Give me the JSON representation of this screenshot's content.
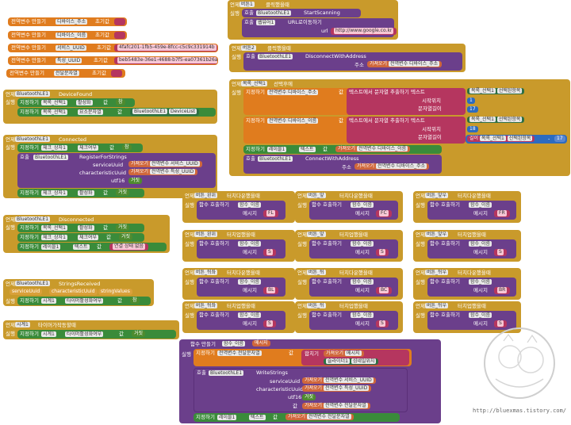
{
  "globals": [
    {
      "label": "전역변수 만들기",
      "name": "디바이스_주소",
      "mid": "초기값",
      "value": ""
    },
    {
      "label": "전역변수 만들기",
      "name": "디바이스_이름",
      "mid": "초기값",
      "value": ""
    },
    {
      "label": "전역변수 만들기",
      "name": "서비스_UUID",
      "mid": "초기값",
      "value": "4fafc201-1fb5-459e-8fcc-c5c9c331914b"
    },
    {
      "label": "전역변수 만들기",
      "name": "특성_UUID",
      "mid": "초기값",
      "value": "beb5483e-36e1-4688-b7f5-ea07361b26a8"
    },
    {
      "label": "전역변수 만들기",
      "name": "전달문자열",
      "mid": "초기값",
      "value": ""
    }
  ],
  "deviceFound": {
    "event": "언제",
    "component": "BluetoothLE1",
    "eventName": "DeviceFound",
    "do": "실행",
    "set": "지정하기",
    "comp1": "목록_선택1",
    "prop1": "활성화",
    "to": "값",
    "true": "참",
    "prop2": "요소문자열",
    "comp2": "BluetoothLE1",
    "val2": "DeviceList"
  },
  "connected": {
    "event": "언제",
    "component": "BluetoothLE1",
    "eventName": "Connected",
    "do": "실행",
    "set": "지정하기",
    "comp1": "체크_상자1",
    "prop1": "체크여부",
    "to": "값",
    "true": "참",
    "call": "호출",
    "comp2": "BluetoothLE1",
    "method": "RegisterForStrings",
    "serviceUuid": "serviceUuid",
    "characteristicUuid": "characteristicUuid",
    "utf16": "utf16",
    "get": "가져오기",
    "g1": "전역변수 서비스_UUID",
    "g2": "전역변수 특성_UUID",
    "false": "거짓",
    "comp3": "체크_상자1",
    "prop3": "활성화",
    "true2": "거짓"
  },
  "disconnected": {
    "event": "언제",
    "component": "BluetoothLE1",
    "eventName": "Disconnected",
    "do": "실행",
    "set": "지정하기",
    "comp1": "목록_선택1",
    "prop1": "활성화",
    "v1": "거짓",
    "comp2": "체크_상자1",
    "prop2": "체크여부",
    "v2": "거짓",
    "comp3": "레이블1",
    "prop3": "텍스트",
    "to": "값",
    "v3": "연결 상태 없음"
  },
  "stringsReceived": {
    "event": "언제",
    "component": "BluetoothLE1",
    "eventName": "StringsReceived",
    "p1": "serviceUuid",
    "p2": "characteristicUuid",
    "p3": "stringValues",
    "do": "실행",
    "set": "지정하기",
    "comp": "시계1",
    "prop": "타이머활성화여부",
    "to": "값",
    "v": "참"
  },
  "timer": {
    "event": "언제",
    "component": "시계1",
    "eventName": "타이머가작동할때",
    "do": "실행",
    "set": "지정하기",
    "comp": "시계1",
    "prop": "타이머활성화여부",
    "to": "값",
    "v": "거짓"
  },
  "button1": {
    "event": "언제",
    "component": "버튼1",
    "eventName": "클릭했을때",
    "do": "실행",
    "call": "호출",
    "comp1": "BluetoothLE1",
    "method1": "StartScanning",
    "comp2": "웹뷰어1",
    "method2": "URL로이동하기",
    "urlLabel": "url",
    "url": "http://www.google.co.kr"
  },
  "button2": {
    "event": "언제",
    "component": "버튼2",
    "eventName": "클릭했을때",
    "do": "실행",
    "call": "호출",
    "comp": "BluetoothLE1",
    "method": "DisconnectWithAddress",
    "addr": "주소",
    "get": "가져오기",
    "g": "전역변수 디바이스_주소"
  },
  "listPick": {
    "event": "언제",
    "component": "목록_선택1",
    "eventName": "선택후에",
    "do": "실행",
    "set": "지정하기",
    "g1": "전역변수 디바이스_주소",
    "to": "값",
    "extract": "텍스트에서 문자열 추출하기 텍스트",
    "sel": "목록_선택1",
    "selProp": "선택된항목",
    "startLbl": "시작위치",
    "start1": "1",
    "lenLbl": "문자열길이",
    "len1": "17",
    "g2": "전역변수 디바이스_이름",
    "start2": "18",
    "lenOf": "길이",
    "minus": "-",
    "n17": "17",
    "set2comp": "레이블1",
    "set2prop": "텍스트",
    "get": "가져오기",
    "call": "호출",
    "comp": "BluetoothLE1",
    "method": "ConnectWithAddress",
    "addr": "주소"
  },
  "dirButtons": [
    {
      "btn": "버튼_왼위",
      "evt": "터치다운했을때",
      "val": "FL"
    },
    {
      "btn": "버튼_앞",
      "evt": "터치다운했을때",
      "val": "FC"
    },
    {
      "btn": "버튼_앞우",
      "evt": "터치다운했을때",
      "val": "FR"
    },
    {
      "btn": "버튼_왼위",
      "evt": "터치업했을때",
      "val": "S"
    },
    {
      "btn": "버튼_앞",
      "evt": "터치업했을때",
      "val": "S"
    },
    {
      "btn": "버튼_앞우",
      "evt": "터치업했을때",
      "val": "S"
    },
    {
      "btn": "버튼_뒤좌",
      "evt": "터치다운했을때",
      "val": "BL"
    },
    {
      "btn": "버튼_뒤",
      "evt": "터치다운했을때",
      "val": "BC"
    },
    {
      "btn": "버튼_뒤우",
      "evt": "터치다운했을때",
      "val": "BR"
    },
    {
      "btn": "버튼_뒤좌",
      "evt": "터치업했을때",
      "val": "S"
    },
    {
      "btn": "버튼_뒤",
      "evt": "터치업했을때",
      "val": "S"
    },
    {
      "btn": "버튼_뒤우",
      "evt": "터치업했을때",
      "val": "S"
    }
  ],
  "dirCommon": {
    "event": "언제",
    "do": "실행",
    "call": "함수 호출하기",
    "fn": "함수_이름",
    "msg": "메시지"
  },
  "procedure": {
    "make": "함수 만들기",
    "fnName": "함수_이름",
    "param": "메시지",
    "do": "실행",
    "set": "지정하기",
    "g": "전역변수 전달문자열",
    "to": "값",
    "join": "합치기",
    "get": "가져오기",
    "getParam": "메시지",
    "lbl": "슬라이더1",
    "lblProp": "섬네일위치",
    "call": "호출",
    "comp": "BluetoothLE1",
    "method": "WriteStrings",
    "serviceUuid": "serviceUuid",
    "characteristicUuid": "characteristicUuid",
    "utf16": "utf16",
    "values": "값",
    "g1": "전역변수 서비스_UUID",
    "g2": "전역변수 특성_UUID",
    "false": "거짓",
    "g3": "전역변수 전달문자열",
    "setComp": "레이블1",
    "setProp": "텍스트",
    "g4": "전역변수 전달문자열"
  },
  "watermark": {
    "url": "http://bluexmas.tistory.com/"
  }
}
